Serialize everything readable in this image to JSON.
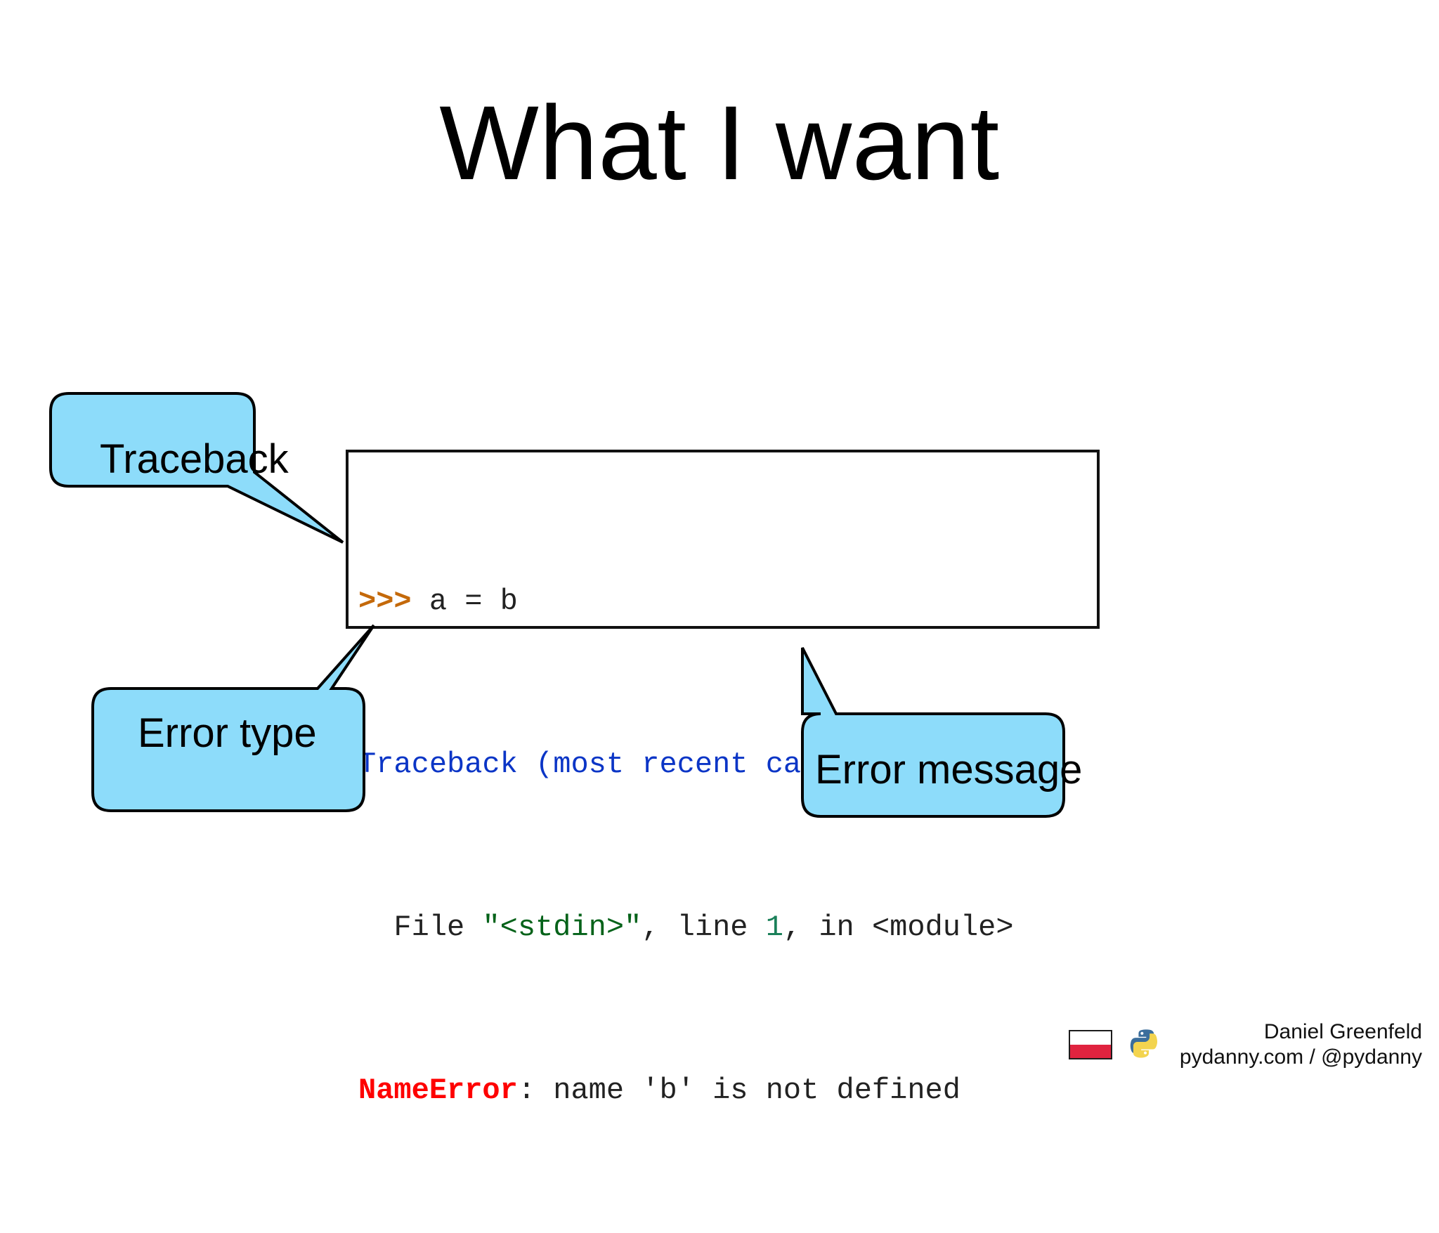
{
  "slide": {
    "title": "What I want",
    "background_color": "#ffffff"
  },
  "code_block": {
    "border_color": "#111111",
    "background_color": "#ffffff",
    "lines": [
      {
        "id": "prompt-line",
        "tokens": [
          {
            "text": ">>> ",
            "kind": "prompt",
            "color": "#c4690a"
          },
          {
            "text": "a = b",
            "kind": "plain",
            "color": "#222222"
          }
        ],
        "plain_text": ">>> a = b"
      },
      {
        "id": "traceback-header-line",
        "tokens": [
          {
            "text": "Traceback (most recent call last):",
            "kind": "traceback",
            "color": "#0b35c6"
          }
        ],
        "plain_text": "Traceback (most recent call last):"
      },
      {
        "id": "file-line",
        "tokens": [
          {
            "text": "  File ",
            "kind": "plain",
            "color": "#222222"
          },
          {
            "text": "\"<stdin>\"",
            "kind": "string",
            "color": "#046219"
          },
          {
            "text": ", line ",
            "kind": "plain",
            "color": "#222222"
          },
          {
            "text": "1",
            "kind": "number",
            "color": "#1a8059"
          },
          {
            "text": ", in <module>",
            "kind": "plain",
            "color": "#222222"
          }
        ],
        "plain_text": "  File \"<stdin>\", line 1, in <module>"
      },
      {
        "id": "error-line",
        "tokens": [
          {
            "text": "NameError",
            "kind": "error",
            "color": "#fe0000"
          },
          {
            "text": ": name 'b' is not defined",
            "kind": "plain",
            "color": "#222222"
          }
        ],
        "plain_text": "NameError: name 'b' is not defined"
      }
    ]
  },
  "callouts": [
    {
      "id": "traceback",
      "label": "Traceback",
      "fill_color": "#8ddcfa",
      "stroke_color": "#000000",
      "tail_direction": "down-right",
      "points_at": "traceback-header-line"
    },
    {
      "id": "error-type",
      "label": "Error type",
      "fill_color": "#8ddcfa",
      "stroke_color": "#000000",
      "tail_direction": "up-right",
      "points_at": "NameError"
    },
    {
      "id": "error-message",
      "label": "Error message",
      "fill_color": "#8ddcfa",
      "stroke_color": "#000000",
      "tail_direction": "up-left",
      "points_at": "name 'b' is not defined"
    }
  ],
  "footer": {
    "flag_name": "poland-flag",
    "flag_colors": {
      "top": "#ffffff",
      "bottom": "#e0233f"
    },
    "logo_name": "python-logo",
    "logo_colors": {
      "blue": "#3b6e9c",
      "yellow": "#f3d44f"
    },
    "author": "Daniel Greenfeld",
    "handle": "pydanny.com / @pydanny"
  }
}
